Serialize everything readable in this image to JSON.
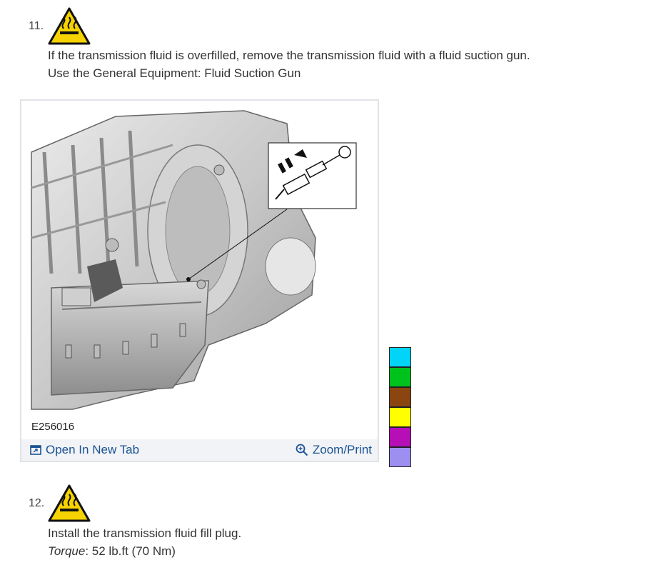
{
  "steps": [
    {
      "number": "11.",
      "lines": [
        "If the transmission fluid is overfilled, remove the transmission fluid with a fluid suction gun.",
        "Use the General Equipment: Fluid Suction Gun"
      ]
    },
    {
      "number": "12.",
      "line1": "Install the transmission fluid fill plug.",
      "torque_label": "Torque",
      "torque_sep": ":",
      "torque_value": "52 lb.ft (70 Nm)"
    }
  ],
  "figure": {
    "id": "E256016",
    "open_new_tab": "Open In New Tab",
    "zoom_print": "Zoom/Print"
  },
  "colors": {
    "link": "#1a5394",
    "warning_yellow": "#f6d300",
    "swatches": [
      "#00d4f8",
      "#00c21c",
      "#8b4510",
      "#ffff00",
      "#b50fb5",
      "#9c8ff0"
    ]
  }
}
